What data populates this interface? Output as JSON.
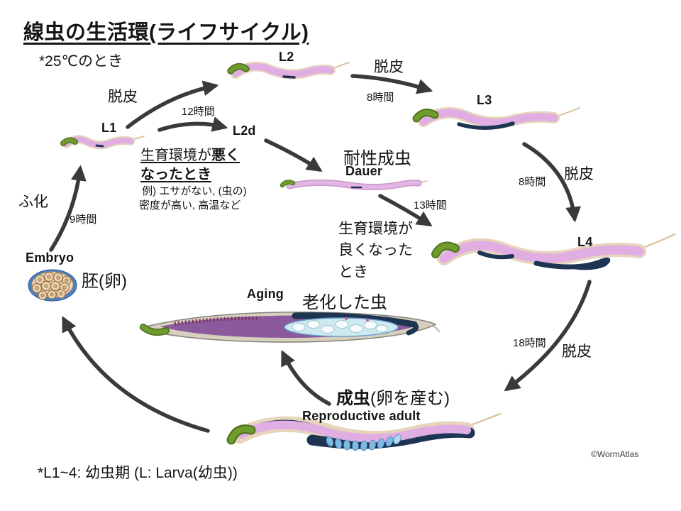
{
  "title": "線虫の生活環(ライフサイクル)",
  "subtitle": "*25℃のとき",
  "footnote": "*L1~4: 幼虫期 (L: Larva(幼虫))",
  "credit": "©WormAtlas",
  "colors": {
    "arrow": "#3a3a3a",
    "worm_body_pink": "#e0aee2",
    "worm_outline_tan": "#e7d4bc",
    "worm_gut_navy": "#1d3552",
    "worm_head_green": "#6f9c2c",
    "embryo_blue": "#4a80c2",
    "aging_purple": "#8b5a9d",
    "egg_blue": "#7fb8e2"
  },
  "stages": {
    "embryo": {
      "en": "Embryo",
      "jp": "胚(卵)"
    },
    "l1": {
      "en": "L1"
    },
    "l2": {
      "en": "L2"
    },
    "l2d": {
      "en": "L2d"
    },
    "l3": {
      "en": "L3"
    },
    "l4": {
      "en": "L4"
    },
    "dauer": {
      "en": "Dauer",
      "jp": "耐性成虫"
    },
    "adult": {
      "en": "Reproductive adult",
      "jp_bold": "成虫",
      "jp_note": "(卵を産む)"
    },
    "aging": {
      "en": "Aging",
      "jp": "老化した虫"
    }
  },
  "transitions": {
    "hatch": {
      "label": "ふ化",
      "duration": "9時間"
    },
    "l1_to_l2": {
      "label": "脱皮",
      "duration": "12時間"
    },
    "l2_to_l3": {
      "label": "脱皮",
      "duration": "8時間"
    },
    "l3_to_l4": {
      "label": "脱皮",
      "duration": "8時間"
    },
    "l4_to_adult": {
      "label": "脱皮",
      "duration": "18時間"
    },
    "dauer_to_l4": {
      "duration": "13時間"
    },
    "bad_env": {
      "line1_regular": "生育環境が",
      "line1_bold": "悪く",
      "line2_bold": "なったとき",
      "examples": " 例) エサがない, (虫の)密度が高い, 高温など"
    },
    "good_env": {
      "text": "生育環境が\n良くなった\nとき"
    }
  }
}
